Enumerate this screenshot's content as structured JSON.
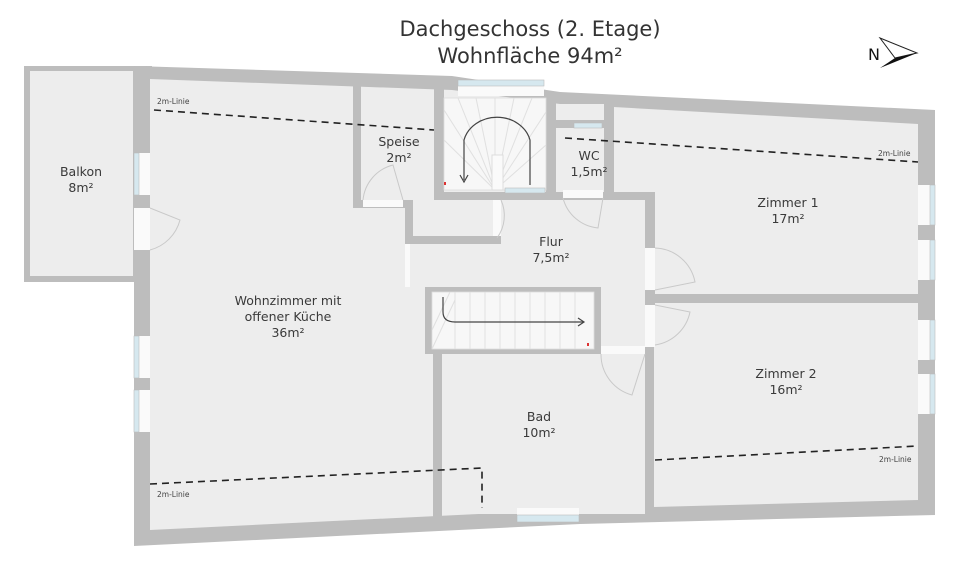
{
  "header": {
    "title_line1": "Dachgeschoss (2. Etage)",
    "title_line2": "Wohnfläche 94m²"
  },
  "compass": {
    "icon": "north-arrow-icon",
    "letter": "N"
  },
  "rooms": [
    {
      "id": "balkon",
      "name": "Balkon",
      "area": "8m²"
    },
    {
      "id": "speise",
      "name": "Speise",
      "area": "2m²"
    },
    {
      "id": "wc",
      "name": "WC",
      "area": "1,5m²"
    },
    {
      "id": "zimmer1",
      "name": "Zimmer 1",
      "area": "17m²"
    },
    {
      "id": "flur",
      "name": "Flur",
      "area": "7,5m²"
    },
    {
      "id": "wohnzimmer",
      "name_line1": "Wohnzimmer mit",
      "name_line2": "offener Küche",
      "area": "36m²"
    },
    {
      "id": "zimmer2",
      "name": "Zimmer 2",
      "area": "16m²"
    },
    {
      "id": "bad",
      "name": "Bad",
      "area": "10m²"
    }
  ],
  "height_lines": [
    {
      "label": "2m-Linie"
    },
    {
      "label": "2m-Linie"
    },
    {
      "label": "2m-Linie"
    },
    {
      "label": "2m-Linie"
    }
  ],
  "colors": {
    "wall": "#bdbdbd",
    "floor": "#ededed",
    "window": "#d6e8ef",
    "text": "#3a3a3a"
  }
}
